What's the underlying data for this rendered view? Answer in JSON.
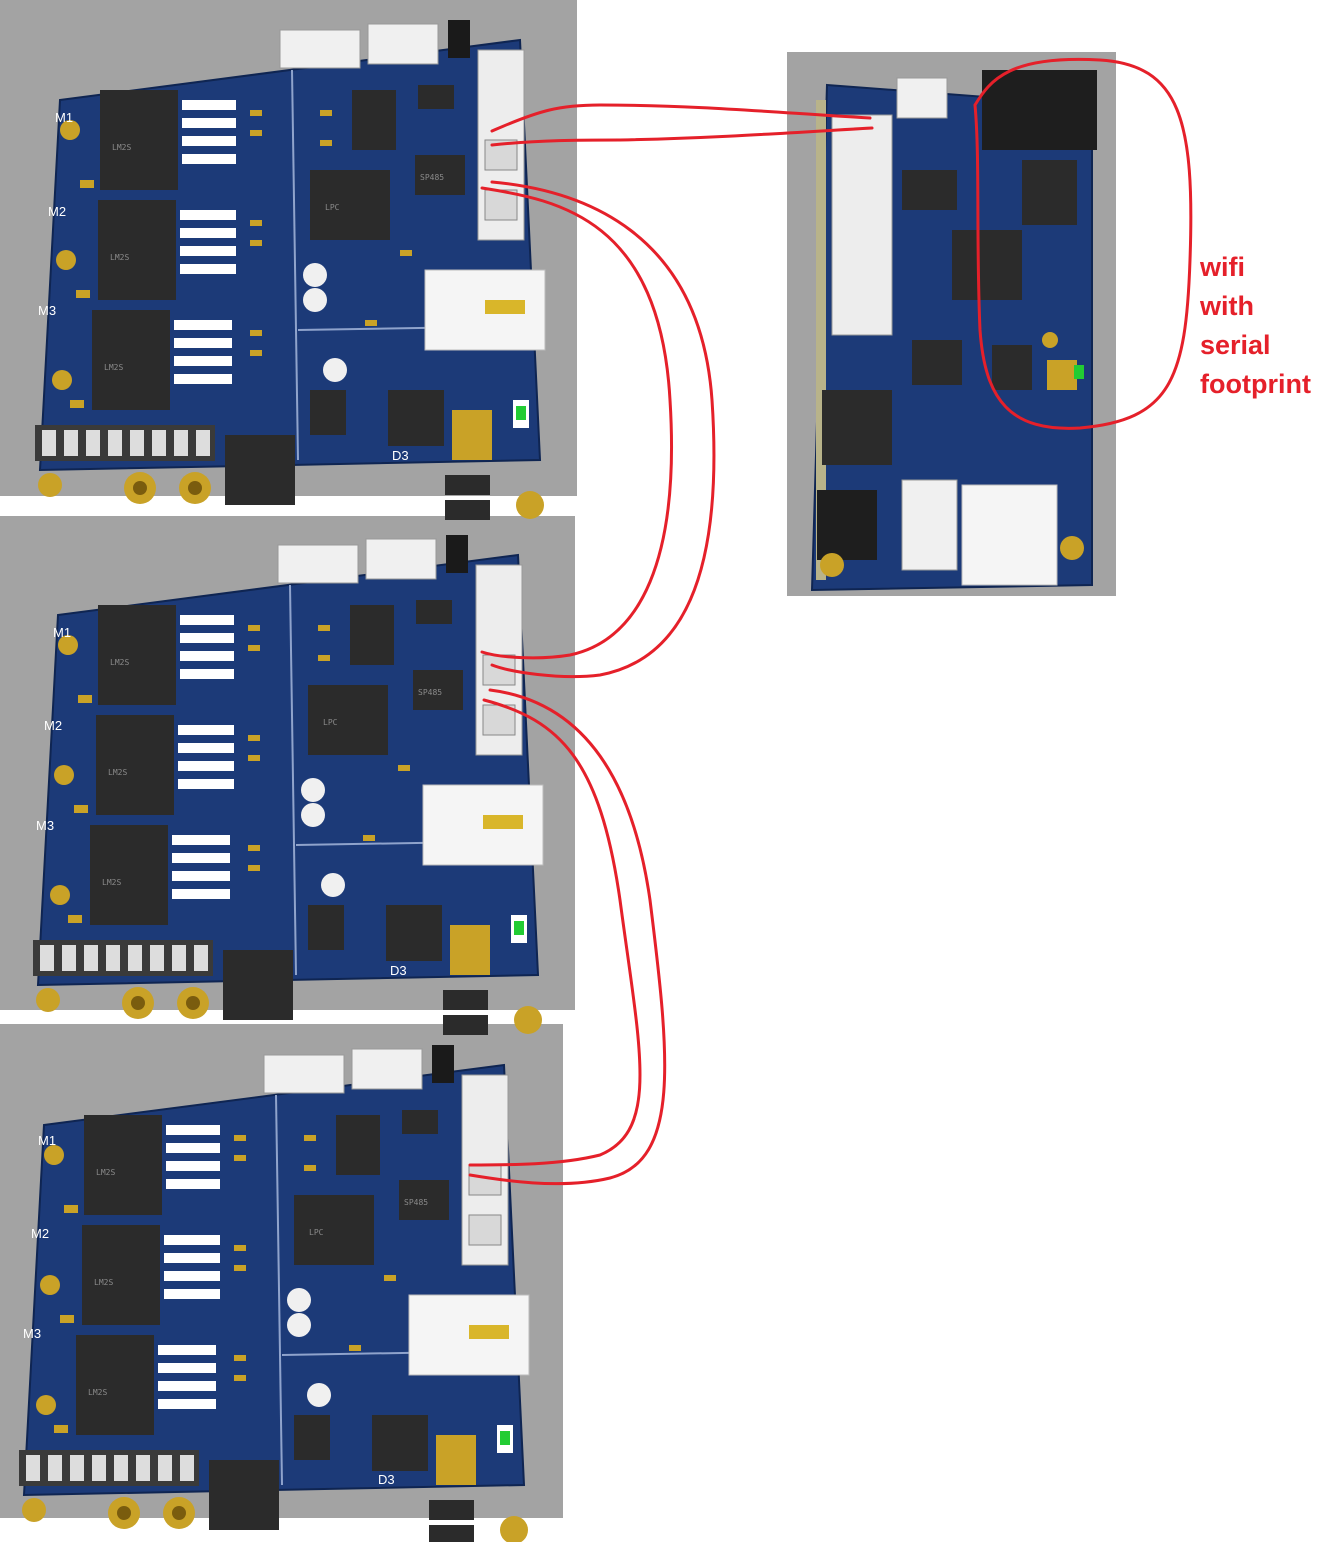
{
  "boards": [
    {
      "id": "board-1",
      "labels": {
        "m1": "M1",
        "m2": "M2",
        "m3": "M3",
        "d3": "D3"
      }
    },
    {
      "id": "board-2",
      "labels": {
        "m1": "M1",
        "m2": "M2",
        "m3": "M3",
        "d3": "D3"
      }
    },
    {
      "id": "board-3",
      "labels": {
        "m1": "M1",
        "m2": "M2",
        "m3": "M3",
        "d3": "D3"
      }
    }
  ],
  "wifi_annotation": {
    "lines": [
      "wifi",
      "with",
      "serial",
      "footprint"
    ],
    "color": "#e5202a"
  },
  "colors": {
    "pcb": "#1c3a78",
    "background": "#a3a3a3",
    "wire": "#e5202a",
    "connector": "#f0f0f0",
    "chip": "#2b2b2b",
    "pad": "#c9a227"
  }
}
